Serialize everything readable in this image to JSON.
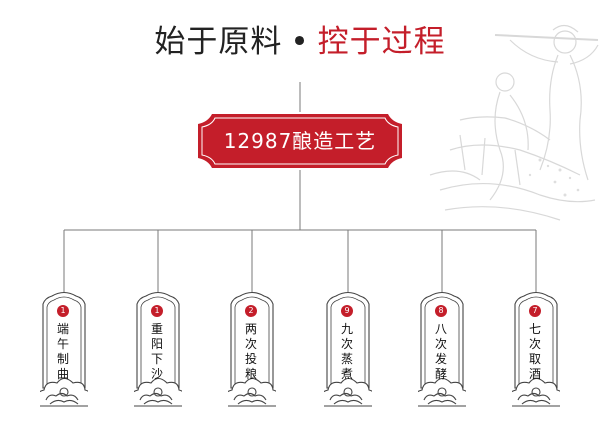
{
  "title": {
    "part1": "始于原料",
    "separator": "•",
    "part2": "控于过程",
    "color_main": "#222222",
    "color_accent": "#c41e2a"
  },
  "root": {
    "label": "12987酿造工艺",
    "color": "#c41e2a"
  },
  "steps": [
    {
      "badge": "1",
      "label": "端午制曲"
    },
    {
      "badge": "1",
      "label": "重阳下沙"
    },
    {
      "badge": "2",
      "label": "两次投粮"
    },
    {
      "badge": "9",
      "label": "九次蒸煮"
    },
    {
      "badge": "8",
      "label": "八次发酵"
    },
    {
      "badge": "7",
      "label": "七次取酒"
    }
  ],
  "icons": {
    "background": "worker-sketch-icon",
    "card_ornament": "auspicious-cloud-icon"
  }
}
